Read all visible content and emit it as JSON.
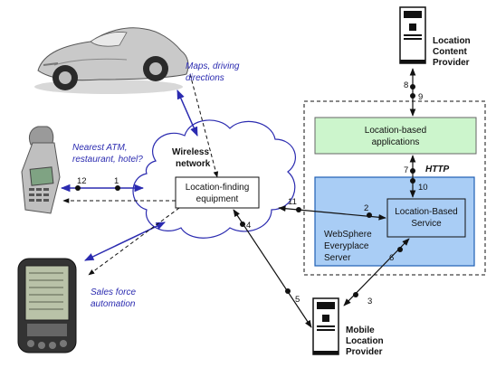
{
  "colors": {
    "blue_arrow": "#2b2bb0",
    "black": "#111111",
    "green_box": "#ccf5cc",
    "blue_box": "#a9cdf5",
    "blue_box_border": "#1f5fb5"
  },
  "labels": {
    "maps_directions_1": "Maps, driving",
    "maps_directions_2": "directions",
    "nearest_atm_1": "Nearest ATM,",
    "nearest_atm_2": "restaurant, hotel?",
    "sales_force_1": "Sales force",
    "sales_force_2": "automation",
    "wireless_network_1": "Wireless",
    "wireless_network_2": "network",
    "location_finding_1": "Location-finding",
    "location_finding_2": "equipment",
    "location_based_apps_1": "Location-based",
    "location_based_apps_2": "applications",
    "http": "HTTP",
    "location_based_service_1": "Location-Based",
    "location_based_service_2": "Service",
    "websphere_1": "WebSphere",
    "websphere_2": "Everyplace",
    "websphere_3": "Server",
    "location_content_provider_1": "Location",
    "location_content_provider_2": "Content",
    "location_content_provider_3": "Provider",
    "mobile_location_provider_1": "Mobile",
    "mobile_location_provider_2": "Location",
    "mobile_location_provider_3": "Provider"
  },
  "steps": {
    "n1": "1",
    "n2": "2",
    "n3": "3",
    "n4": "4",
    "n5": "5",
    "n6": "6",
    "n7": "7",
    "n8": "8",
    "n9": "9",
    "n10": "10",
    "n11": "11",
    "n12": "12"
  }
}
